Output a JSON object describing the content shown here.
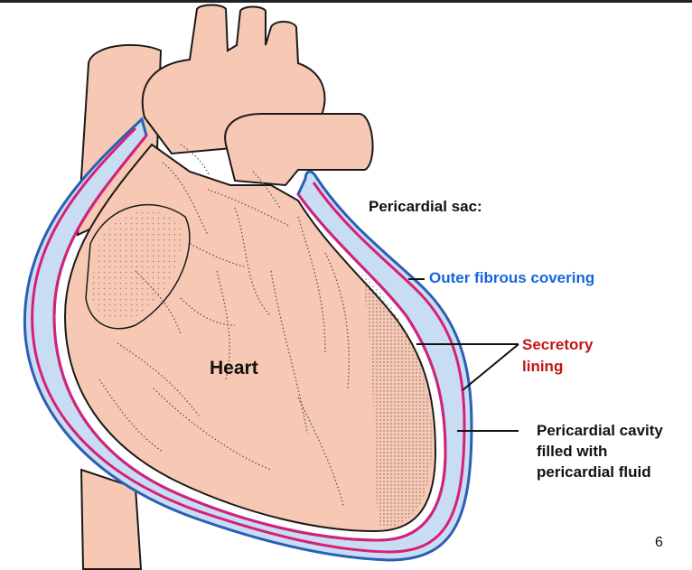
{
  "labels": {
    "heart": "Heart",
    "sac_title": "Pericardial sac:",
    "outer": "Outer fibrous covering",
    "secretory_line1": "Secretory",
    "secretory_line2": "lining",
    "cavity_line1": "Pericardial cavity",
    "cavity_line2": "filled with",
    "cavity_line3": "pericardial fluid"
  },
  "page_number": "6",
  "colors": {
    "tissue": "#f7c8b4",
    "outline": "#1a1a1a",
    "sac_fill": "#c8ddf2",
    "fibrous_layer": "#2a5fb5",
    "secretory_layer": "#d6207a",
    "label_blue": "#1565e0",
    "label_red": "#c41414",
    "label_black": "#111111"
  }
}
